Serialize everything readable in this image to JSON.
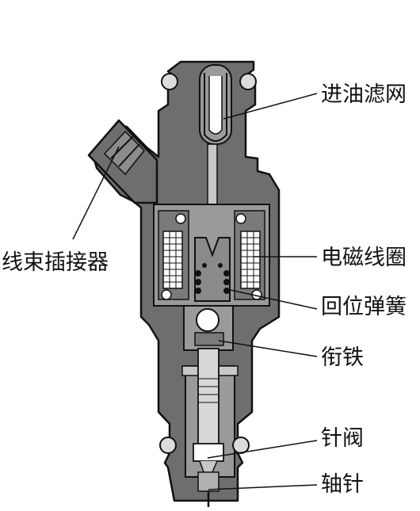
{
  "diagram": {
    "labels": {
      "inlet_filter": "进油滤网",
      "harness_connector": "线束插接器",
      "solenoid_coil": "电磁线圈",
      "return_spring": "回位弹簧",
      "armature": "衔铁",
      "needle_valve": "针阀",
      "pintle": "轴针"
    },
    "colors": {
      "body_fill": "#6e6e6e",
      "body_light": "#9a9a9a",
      "line": "#111111",
      "coil": "#ffffff",
      "background": "#ffffff"
    }
  }
}
